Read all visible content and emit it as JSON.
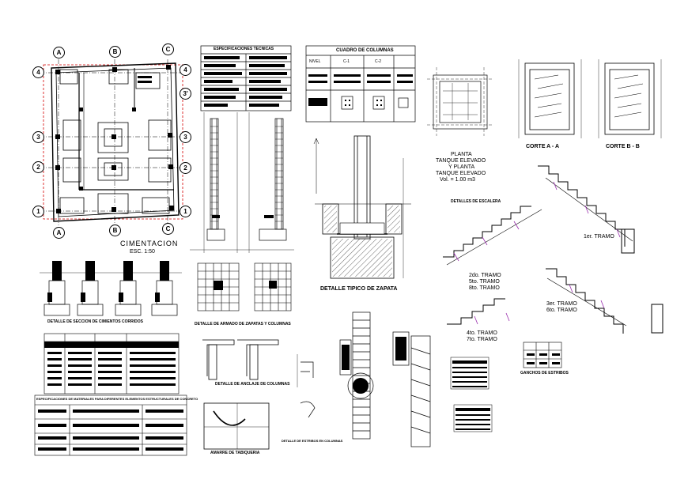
{
  "axes": {
    "top": [
      "A",
      "B",
      "C"
    ],
    "bottom": [
      "A",
      "B",
      "C"
    ],
    "left": [
      "4",
      "3",
      "2",
      "1"
    ],
    "right": [
      "4",
      "3'",
      "3",
      "2",
      "1"
    ]
  },
  "labels": {
    "foundation_title": "CIMENTACION",
    "foundation_scale": "ESC. 1:50",
    "specs_title": "ESPECIFICACIONES TECNICAS",
    "columns_title": "CUADRO DE COLUMNAS",
    "col_level": "NIVEL",
    "col_c1": "C-1",
    "col_c2": "C-2",
    "tank_plan": "PLANTA",
    "tank_elev1": "TANQUE ELEVADO",
    "tank_plan2": "Y PLANTA",
    "tank_elev2": "TANQUE ELEVADO",
    "tank_vol": "Vol. = 1.00 m3",
    "cut_a": "CORTE A - A",
    "cut_b": "CORTE B - B",
    "stair_detail": "DETALLES DE ESCALERA",
    "tramo1": "1er. TRAMO",
    "tramo2": "2do. TRAMO",
    "tramo3": "3er. TRAMO",
    "tramo4": "4to. TRAMO",
    "tramo5": "5to. TRAMO",
    "tramo6": "6to. TRAMO",
    "tramo7": "7to. TRAMO",
    "tramo8": "8to. TRAMO",
    "footing_detail": "DETALLE TIPICO DE ZAPATA",
    "foundation_section": "DETALLE DE SECCION DE CIMIENTOS CORRIDOS",
    "footing_reinf": "DETALLE DE ARMADO DE ZAPATAS Y COLUMNAS",
    "anchor_detail": "DETALLE DE ANCLAJE DE COLUMNAS",
    "beam_stirrups": "AMARRE DE TABIQUERIA",
    "stirrup_detail": "DETALLE DE ESTRIBOS EN COLUMNAS",
    "bend_detail": "GANCHOS DE ESTRIBOS",
    "materials_table": "ESPECIFICACIONES DE MATERIALES PARA DIFERENTES ELEMENTOS ESTRUCTURALES DE CONCRETO"
  },
  "colors": {
    "line": "#000000",
    "dim": "#d40000",
    "accent": "#9b2fae",
    "fill": "#000000",
    "paper": "#ffffff"
  }
}
